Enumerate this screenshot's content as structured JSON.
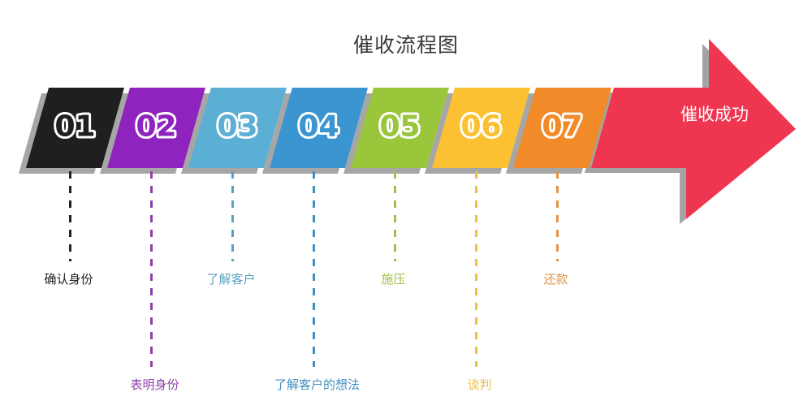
{
  "title": "催收流程图",
  "arrow": {
    "label": "催收成功",
    "color": "#ef3650",
    "shadow_color": "#9e9e9e"
  },
  "chart_data": {
    "type": "diagram",
    "diagram_style": "chevron-process-arrow",
    "title": "催收流程图",
    "end_marker": "催收成功",
    "steps": [
      {
        "number": "01",
        "label": "确认身份",
        "color": "#1f1f1f",
        "label_color": "#222222",
        "label_side": "upper"
      },
      {
        "number": "02",
        "label": "表明身份",
        "color": "#8f23bd",
        "label_color": "#8f3fa8",
        "label_side": "lower"
      },
      {
        "number": "03",
        "label": "了解客户",
        "color": "#5bafd4",
        "label_color": "#5a9fc4",
        "label_side": "upper"
      },
      {
        "number": "04",
        "label": "了解客户的想法",
        "color": "#3a95d0",
        "label_color": "#3f8fc0",
        "label_side": "lower"
      },
      {
        "number": "05",
        "label": "施压",
        "color": "#9ac63c",
        "label_color": "#a0bf4e",
        "label_side": "upper"
      },
      {
        "number": "06",
        "label": "谈判",
        "color": "#fbc132",
        "label_color": "#ecbf45",
        "label_side": "lower"
      },
      {
        "number": "07",
        "label": "还款",
        "color": "#f18a28",
        "label_color": "#e29549",
        "label_side": "upper"
      }
    ]
  }
}
